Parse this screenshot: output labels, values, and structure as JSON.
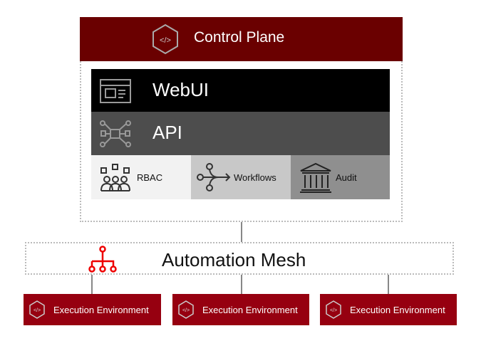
{
  "control_plane": {
    "title": "Control Plane"
  },
  "layers": {
    "webui": "WebUI",
    "api": "API"
  },
  "modules": {
    "rbac": "RBAC",
    "workflows": "Workflows",
    "audit": "Audit"
  },
  "mesh": {
    "title": "Automation Mesh"
  },
  "execution_environments": [
    "Execution Environment",
    "Execution Environment",
    "Execution Environment"
  ],
  "colors": {
    "control_plane": "#6a0000",
    "execution_env": "#960010",
    "mesh_icon": "#ee0000"
  }
}
